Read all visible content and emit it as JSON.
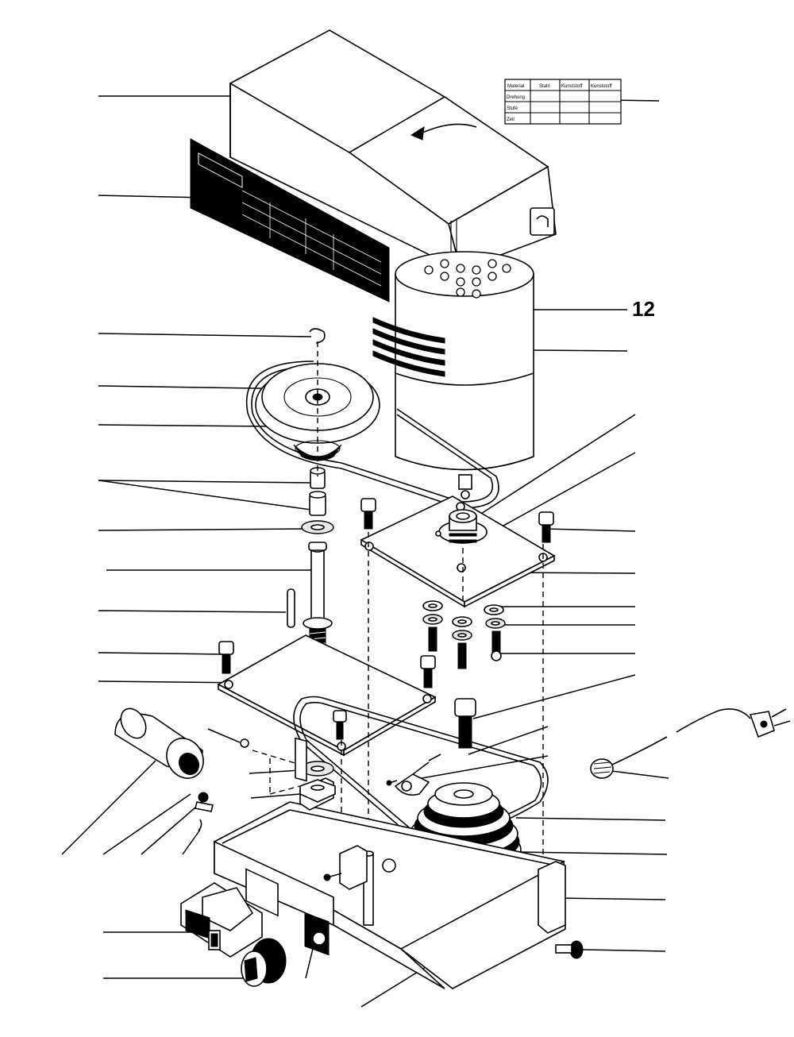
{
  "diagram": {
    "callout_labels": [
      "12"
    ],
    "table": {
      "headers": [
        "Material",
        "Stahl",
        "Kunststoff",
        "Kunststoff"
      ],
      "rows": [
        "Drehung",
        "Stufe",
        "Zeit"
      ]
    }
  }
}
